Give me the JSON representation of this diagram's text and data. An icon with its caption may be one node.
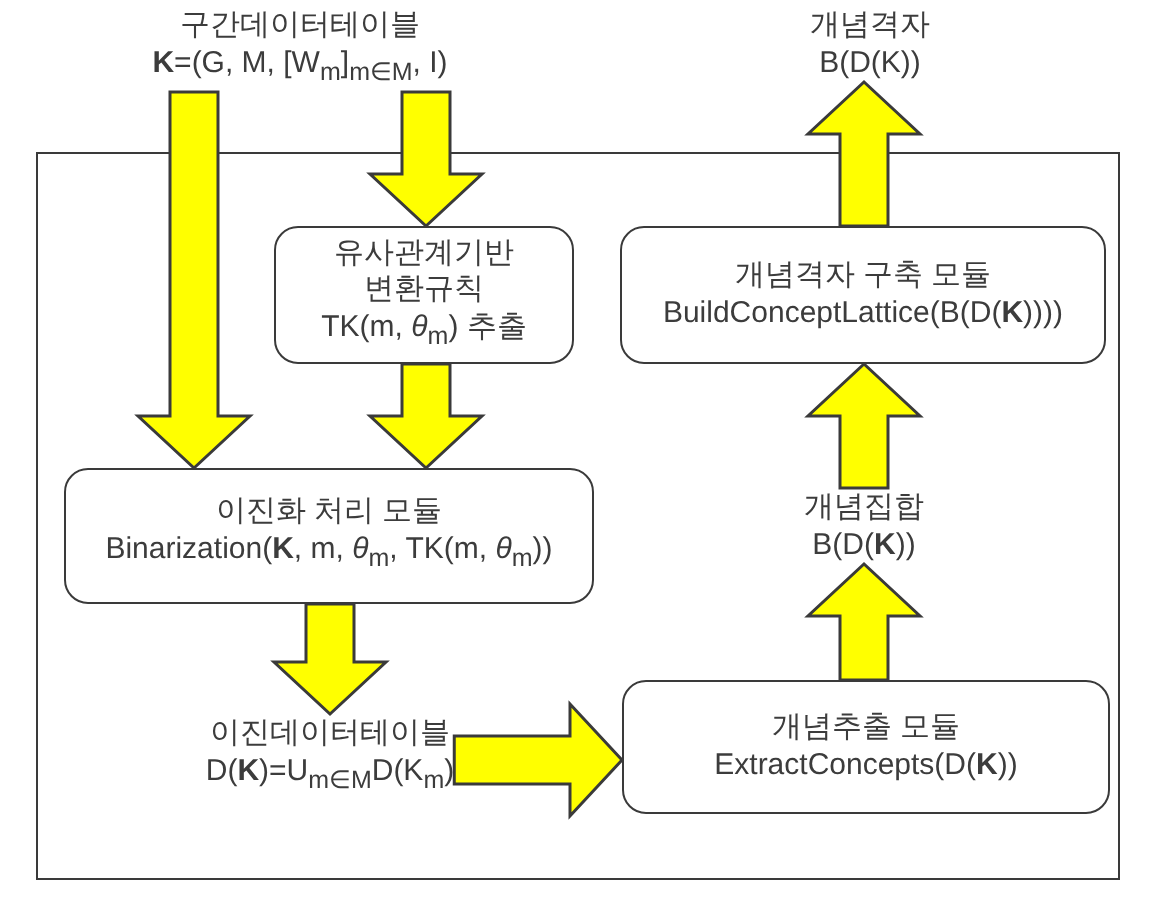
{
  "diagram": {
    "nodes": [
      {
        "text": [],
        "shape": "box"
      },
      {
        "text": [
          "구간데이터테이블",
          "**K**=(G, M, [W$_{m}$]$_{m∈M}$, I)"
        ]
      },
      {
        "text": [
          "개념격자",
          "B(D(K))"
        ]
      },
      {
        "text": [
          "유사관계기반 변환규칙",
          "TK(m, *θ*$_{m}$) 추출"
        ],
        "in": 0
      },
      {
        "text": [
          "개념격자 구축 모듈",
          "BuildConceptLattice(B(D(**K**))))"
        ],
        "in": 0
      },
      {
        "text": [
          "이진화 처리 모듈",
          "Binarization(**K**, m, *θ*$_{m}$, TK(m, *θ*$_{m}$))"
        ],
        "in": 0
      },
      {
        "text": [
          "개념집합",
          "B(D(**K**))"
        ],
        "in": 0
      },
      {
        "text": [
          "이진데이터테이블",
          "D(**K**)=U$_{m∈M}$D(K$_{m}$)"
        ],
        "in": 0
      },
      {
        "text": [
          "개념추출 모듈",
          "ExtractConcepts(D(**K**))"
        ],
        "in": 0
      }
    ],
    "edges": [
      {
        "from": 1,
        "to": 5,
        "arrow": "to"
      },
      {
        "from": 1,
        "to": 3,
        "arrow": "to"
      },
      {
        "from": 3,
        "to": 5,
        "arrow": "to"
      },
      {
        "from": 5,
        "to": 7,
        "arrow": "to"
      },
      {
        "from": 7,
        "to": 8,
        "arrow": "to"
      },
      {
        "from": 8,
        "to": 6,
        "arrow": "to"
      },
      {
        "from": 6,
        "to": 4,
        "arrow": "to"
      },
      {
        "from": 4,
        "to": 2,
        "arrow": "to"
      }
    ]
  }
}
